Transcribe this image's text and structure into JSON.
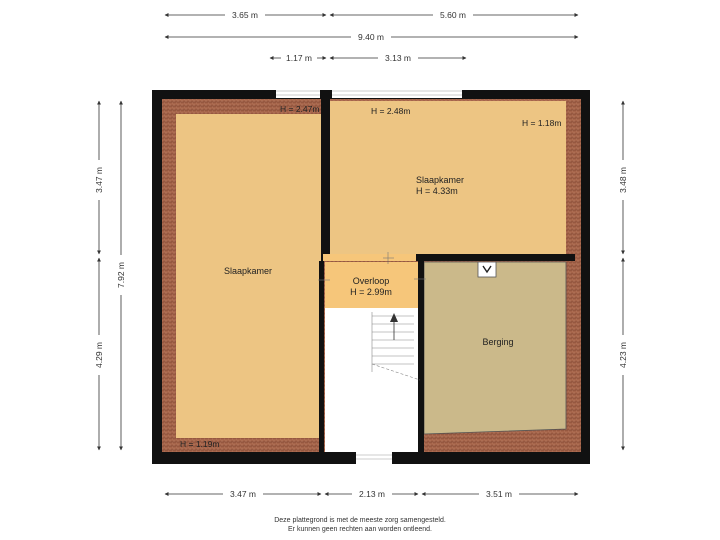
{
  "colors": {
    "wall": "#111111",
    "roof": "#a5644a",
    "bedroom": "#edc583",
    "landing": "#f6c67a",
    "storage": "#cbb98a",
    "stair": "#ffffff",
    "dimension": "#333333"
  },
  "dimensions": {
    "top_left": "3.65 m",
    "top_right": "5.60 m",
    "top_total": "9.40 m",
    "top_window_left": "1.17 m",
    "top_window_right": "3.13 m",
    "bottom_left": "3.47 m",
    "bottom_mid": "2.13 m",
    "bottom_right": "3.51 m",
    "left_upper": "3.47 m",
    "left_lower": "4.29 m",
    "left_total": "7.92 m",
    "right_upper": "3.48 m",
    "right_lower": "4.23 m"
  },
  "rooms": {
    "left_bedroom": "Slaapkamer",
    "right_bedroom": "Slaapkamer",
    "right_bedroom_height": "H = 4.33m",
    "landing": "Overloop",
    "landing_height": "H = 2.99m",
    "storage": "Berging"
  },
  "heights": {
    "h_left_top": "H = 2.47m",
    "h_right_top": "H = 2.48m",
    "h_right_corner": "H = 1.18m",
    "h_left_bottom": "H = 1.19m"
  },
  "disclaimer": {
    "line1": "Deze plattegrond is met de meeste zorg samengesteld.",
    "line2": "Er kunnen geen rechten aan worden ontleend."
  }
}
